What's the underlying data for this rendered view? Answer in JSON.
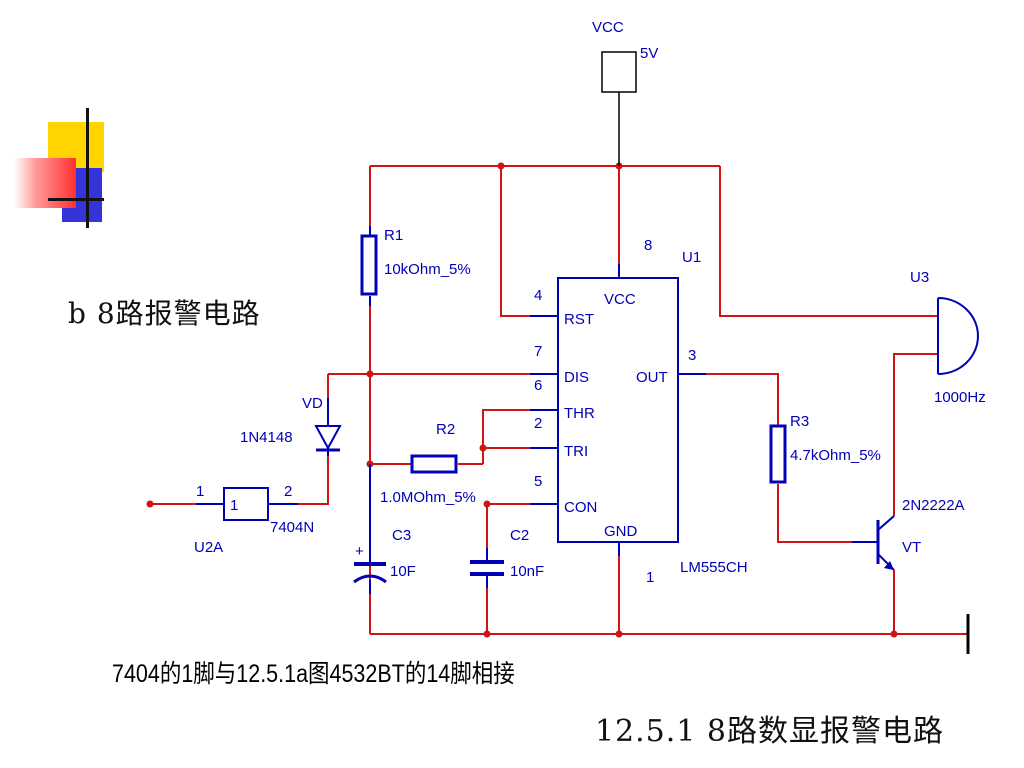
{
  "slide": {
    "title": "b 8路报警电路",
    "caption": "12.5.1 8路数显报警电路",
    "note": "7404的1脚与12.5.1a图4532BT的14脚相接"
  },
  "schematic": {
    "vcc": {
      "label": "VCC",
      "value": "5V"
    },
    "r1": {
      "ref": "R1",
      "value": "10kOhm_5%"
    },
    "r2": {
      "ref": "R2",
      "value": "1.0MOhm_5%"
    },
    "r3": {
      "ref": "R3",
      "value": "4.7kOhm_5%"
    },
    "c2": {
      "ref": "C2",
      "value": "10nF"
    },
    "c3": {
      "ref": "C3",
      "value": "10F",
      "polarity": "+"
    },
    "vd": {
      "ref": "VD",
      "part": "1N4148"
    },
    "u2": {
      "ref": "U2A",
      "part": "7404N",
      "inner": "1",
      "pin_in": "1",
      "pin_out": "2"
    },
    "u1": {
      "ref": "U1",
      "part": "LM555CH",
      "pins": {
        "vcc": {
          "num": "8",
          "name": "VCC"
        },
        "rst": {
          "num": "4",
          "name": "RST"
        },
        "dis": {
          "num": "7",
          "name": "DIS"
        },
        "thr": {
          "num": "6",
          "name": "THR"
        },
        "tri": {
          "num": "2",
          "name": "TRI"
        },
        "con": {
          "num": "5",
          "name": "CON"
        },
        "gnd": {
          "num": "1",
          "name": "GND"
        },
        "out": {
          "num": "3",
          "name": "OUT"
        }
      }
    },
    "u3": {
      "ref": "U3",
      "value": "1000Hz"
    },
    "vt": {
      "ref": "VT",
      "part": "2N2222A"
    }
  },
  "colors": {
    "wire": "#d01414",
    "component": "#0000b4",
    "text": "#0000b4"
  }
}
